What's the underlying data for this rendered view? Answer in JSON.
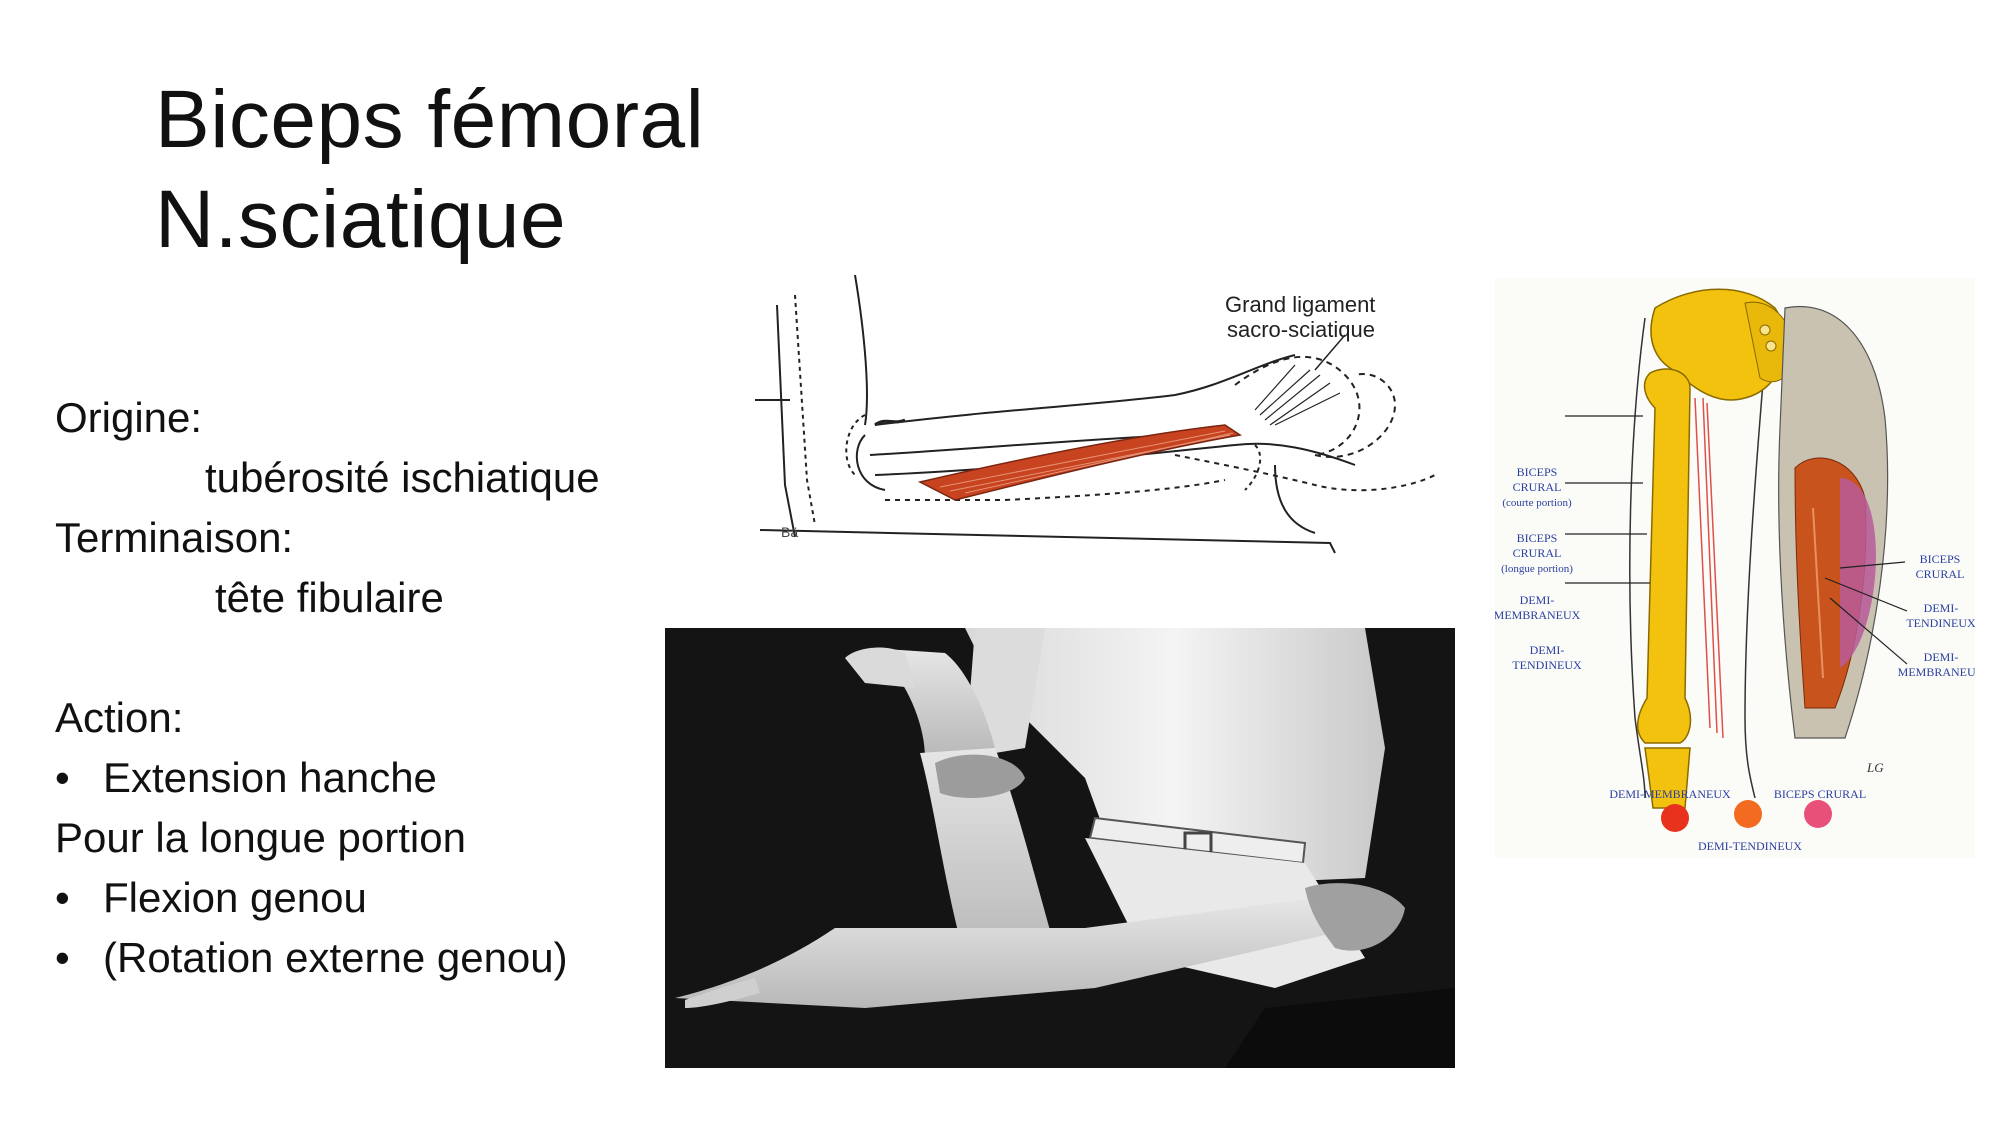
{
  "slide": {
    "title_line1": "Biceps fémoral",
    "title_line2": "N.sciatique"
  },
  "text": {
    "origine_label": "Origine:",
    "origine_value": "tubérosité ischiatique",
    "terminaison_label": "Terminaison:",
    "terminaison_value": "tête fibulaire",
    "action_label": "Action:",
    "bullet_1": "Extension hanche",
    "note": "Pour la longue portion",
    "bullet_2": "Flexion genou",
    "bullet_3": "(Rotation externe genou)"
  },
  "side_drawing": {
    "label_line1": "Grand ligament",
    "label_line2": "sacro-sciatique",
    "signature": "Bä",
    "muscle_color": "#c8431f"
  },
  "anatomy_plate": {
    "left_labels": [
      {
        "line1": "BICEPS",
        "line2": "CRURAL",
        "line3": "(courte portion)"
      },
      {
        "line1": "BICEPS",
        "line2": "CRURAL",
        "line3": "(longue portion)"
      },
      {
        "line1": "DEMI-",
        "line2": "MEMBRANEUX",
        "line3": ""
      },
      {
        "line1": "DEMI-",
        "line2": "TENDINEUX",
        "line3": ""
      }
    ],
    "right_labels": [
      {
        "line1": "BICEPS",
        "line2": "CRURAL"
      },
      {
        "line1": "DEMI-",
        "line2": "TENDINEUX"
      },
      {
        "line1": "DEMI-",
        "line2": "MEMBRANEUX"
      }
    ],
    "legend": [
      {
        "label": "DEMI-MEMBRANEUX",
        "color": "#e8321e"
      },
      {
        "label": "DEMI-TENDINEUX",
        "color": "#f26b21"
      },
      {
        "label": "BICEPS CRURAL",
        "color": "#e8507a"
      }
    ],
    "signature": "LG",
    "bone_color": "#f2c20f",
    "label_color": "#2a3fa0"
  }
}
